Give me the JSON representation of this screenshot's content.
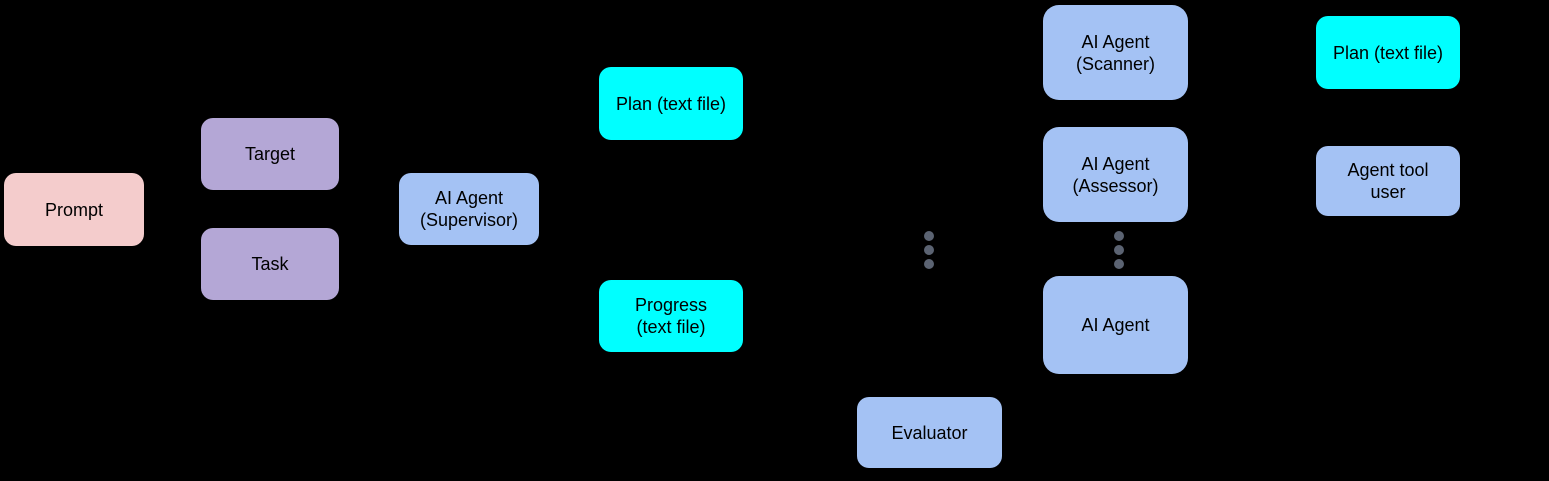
{
  "palette": {
    "background": "#000000",
    "pink": "#f4cccc",
    "purple": "#b4a7d6",
    "blue": "#a4c2f4",
    "cyan": "#00ffff",
    "dot": "#5b6372",
    "text": "#000000"
  },
  "diagram": {
    "nodes": {
      "prompt": {
        "label": "Prompt"
      },
      "target": {
        "label": "Target"
      },
      "task": {
        "label": "Task"
      },
      "supervisor": {
        "label": "AI Agent\n(Supervisor)"
      },
      "plan_mid": {
        "label": "Plan (text file)"
      },
      "progress": {
        "label": "Progress\n(text file)"
      },
      "scanner": {
        "label": "AI Agent\n(Scanner)"
      },
      "assessor": {
        "label": "AI Agent\n(Assessor)"
      },
      "ai_agent": {
        "label": "AI Agent"
      },
      "evaluator": {
        "label": "Evaluator"
      },
      "plan_right": {
        "label": "Plan (text file)"
      },
      "tool_user": {
        "label": "Agent tool\nuser"
      }
    },
    "icons": {
      "left_ellipsis": "vertical-ellipsis",
      "right_ellipsis": "vertical-ellipsis"
    }
  }
}
